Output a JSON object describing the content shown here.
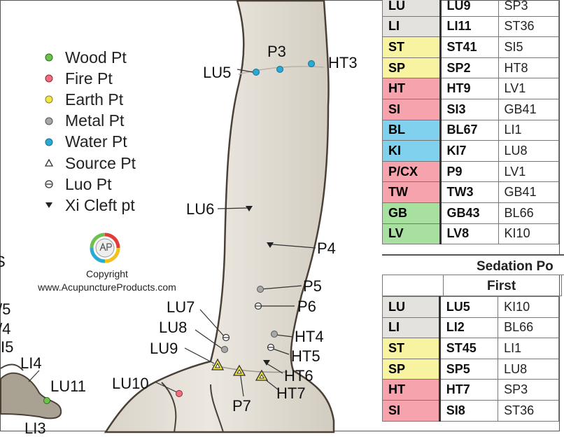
{
  "colors": {
    "wood": "#6cc24a",
    "fire": "#f26d7d",
    "earth": "#f1e646",
    "metal": "#a7a7a7",
    "water": "#29a9d6",
    "skin": "#e8e4dc",
    "table_lu_li": "#e4e2df",
    "table_st_sp": "#f8f3a0",
    "table_ht_si": "#f7a3ad",
    "table_bl_ki": "#7fd1ee",
    "table_pcx_tw": "#f7a3ad",
    "table_gb_lv": "#a8e0a0"
  },
  "legend": [
    {
      "label": "Wood Pt",
      "symbol": "wood-dot"
    },
    {
      "label": "Fire Pt",
      "symbol": "fire-dot"
    },
    {
      "label": "Earth Pt",
      "symbol": "earth-dot"
    },
    {
      "label": "Metal Pt",
      "symbol": "metal-dot"
    },
    {
      "label": "Water Pt",
      "symbol": "water-dot"
    },
    {
      "label": "Source Pt",
      "symbol": "triangle-outline"
    },
    {
      "label": "Luo Pt",
      "symbol": "circle-with-bar"
    },
    {
      "label": "Xi Cleft pt",
      "symbol": "triangle-down-filled"
    }
  ],
  "copyright": {
    "line1": "Copyright",
    "line2": "www.AcupunctureProducts.com"
  },
  "point_labels": {
    "lu5": "LU5",
    "p3": "P3",
    "ht3": "HT3",
    "lu6": "LU6",
    "p4": "P4",
    "p5": "P5",
    "p6": "P6",
    "lu7": "LU7",
    "lu8": "LU8",
    "lu9": "LU9",
    "lu10": "LU10",
    "lu11": "LU11",
    "li4": "LI4",
    "li5": "I5",
    "l4": "/4",
    "l5": "/5",
    "l3": "LI3",
    "ht4": "HT4",
    "ht5": "HT5",
    "ht6": "HT6",
    "ht7": "HT7",
    "p7": "P7",
    "s": "S"
  },
  "tonification_rows": [
    {
      "meridian": "LU",
      "first": "LU9",
      "second": "SP3",
      "color": "table_lu_li"
    },
    {
      "meridian": "LI",
      "first": "LI11",
      "second": "ST36",
      "color": "table_lu_li"
    },
    {
      "meridian": "ST",
      "first": "ST41",
      "second": "SI5",
      "color": "table_st_sp"
    },
    {
      "meridian": "SP",
      "first": "SP2",
      "second": "HT8",
      "color": "table_st_sp"
    },
    {
      "meridian": "HT",
      "first": "HT9",
      "second": "LV1",
      "color": "table_ht_si"
    },
    {
      "meridian": "SI",
      "first": "SI3",
      "second": "GB41",
      "color": "table_ht_si"
    },
    {
      "meridian": "BL",
      "first": "BL67",
      "second": "LI1",
      "color": "table_bl_ki"
    },
    {
      "meridian": "KI",
      "first": "KI7",
      "second": "LU8",
      "color": "table_bl_ki"
    },
    {
      "meridian": "P/CX",
      "first": "P9",
      "second": "LV1",
      "color": "table_pcx_tw"
    },
    {
      "meridian": "TW",
      "first": "TW3",
      "second": "GB41",
      "color": "table_pcx_tw"
    },
    {
      "meridian": "GB",
      "first": "GB43",
      "second": "BL66",
      "color": "table_gb_lv"
    },
    {
      "meridian": "LV",
      "first": "LV8",
      "second": "KI10",
      "color": "table_gb_lv"
    }
  ],
  "sedation": {
    "title": "Sedation Po",
    "first_header": "First",
    "rows": [
      {
        "meridian": "LU",
        "first": "LU5",
        "second": "KI10",
        "color": "table_lu_li"
      },
      {
        "meridian": "LI",
        "first": "LI2",
        "second": "BL66",
        "color": "table_lu_li"
      },
      {
        "meridian": "ST",
        "first": "ST45",
        "second": "LI1",
        "color": "table_st_sp"
      },
      {
        "meridian": "SP",
        "first": "SP5",
        "second": "LU8",
        "color": "table_st_sp"
      },
      {
        "meridian": "HT",
        "first": "HT7",
        "second": "SP3",
        "color": "table_ht_si"
      },
      {
        "meridian": "SI",
        "first": "SI8",
        "second": "ST36",
        "color": "table_ht_si"
      }
    ]
  }
}
